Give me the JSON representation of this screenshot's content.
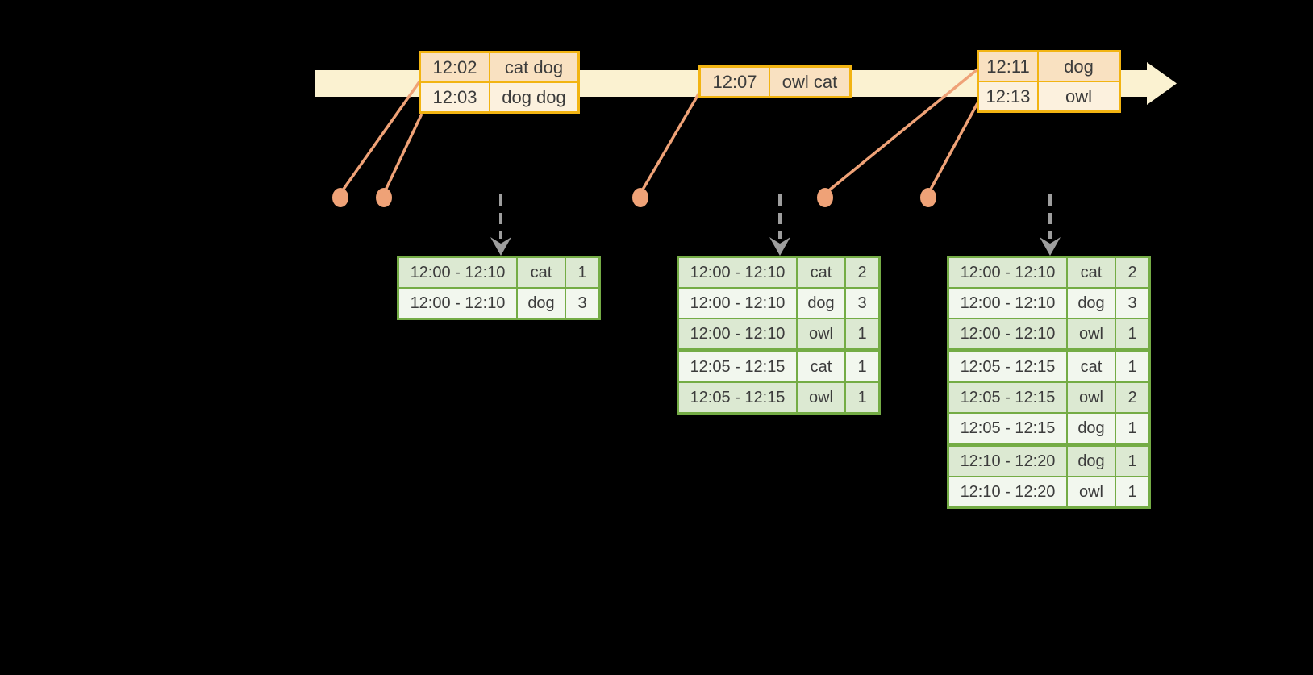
{
  "colors": {
    "bg": "#000000",
    "cream": "#FBF2D1",
    "gold": "#F2B412",
    "peach-dark": "#F9E1C1",
    "peach-light": "#FCF1DE",
    "salmon": "#EFA277",
    "green": "#74AC45",
    "grow-dark": "#DCE9D2",
    "grow-light": "#F2F7EE",
    "ink": "#3C3C3C",
    "arrow-gray": "#9E9E9E"
  },
  "event_tables": [
    {
      "id": "events-1",
      "rows": [
        {
          "time": "12:02",
          "words": "cat dog"
        },
        {
          "time": "12:03",
          "words": "dog dog"
        }
      ]
    },
    {
      "id": "events-2",
      "rows": [
        {
          "time": "12:07",
          "words": "owl cat"
        }
      ]
    },
    {
      "id": "events-3",
      "rows": [
        {
          "time": "12:11",
          "words": "dog"
        },
        {
          "time": "12:13",
          "words": "owl"
        }
      ]
    }
  ],
  "result_tables": [
    {
      "id": "result-1",
      "rows": [
        {
          "window": "12:00 - 12:10",
          "word": "cat",
          "count": "1"
        },
        {
          "window": "12:00 - 12:10",
          "word": "dog",
          "count": "3"
        }
      ]
    },
    {
      "id": "result-2",
      "rows": [
        {
          "window": "12:00 - 12:10",
          "word": "cat",
          "count": "2"
        },
        {
          "window": "12:00 - 12:10",
          "word": "dog",
          "count": "3"
        },
        {
          "window": "12:00 - 12:10",
          "word": "owl",
          "count": "1"
        },
        {
          "window": "12:05 - 12:15",
          "word": "cat",
          "count": "1"
        },
        {
          "window": "12:05 - 12:15",
          "word": "owl",
          "count": "1"
        }
      ]
    },
    {
      "id": "result-3",
      "rows": [
        {
          "window": "12:00 - 12:10",
          "word": "cat",
          "count": "2"
        },
        {
          "window": "12:00 - 12:10",
          "word": "dog",
          "count": "3"
        },
        {
          "window": "12:00 - 12:10",
          "word": "owl",
          "count": "1"
        },
        {
          "window": "12:05 - 12:15",
          "word": "cat",
          "count": "1"
        },
        {
          "window": "12:05 - 12:15",
          "word": "owl",
          "count": "2"
        },
        {
          "window": "12:05 - 12:15",
          "word": "dog",
          "count": "1"
        },
        {
          "window": "12:10 - 12:20",
          "word": "dog",
          "count": "1"
        },
        {
          "window": "12:10 - 12:20",
          "word": "owl",
          "count": "1"
        }
      ]
    }
  ]
}
